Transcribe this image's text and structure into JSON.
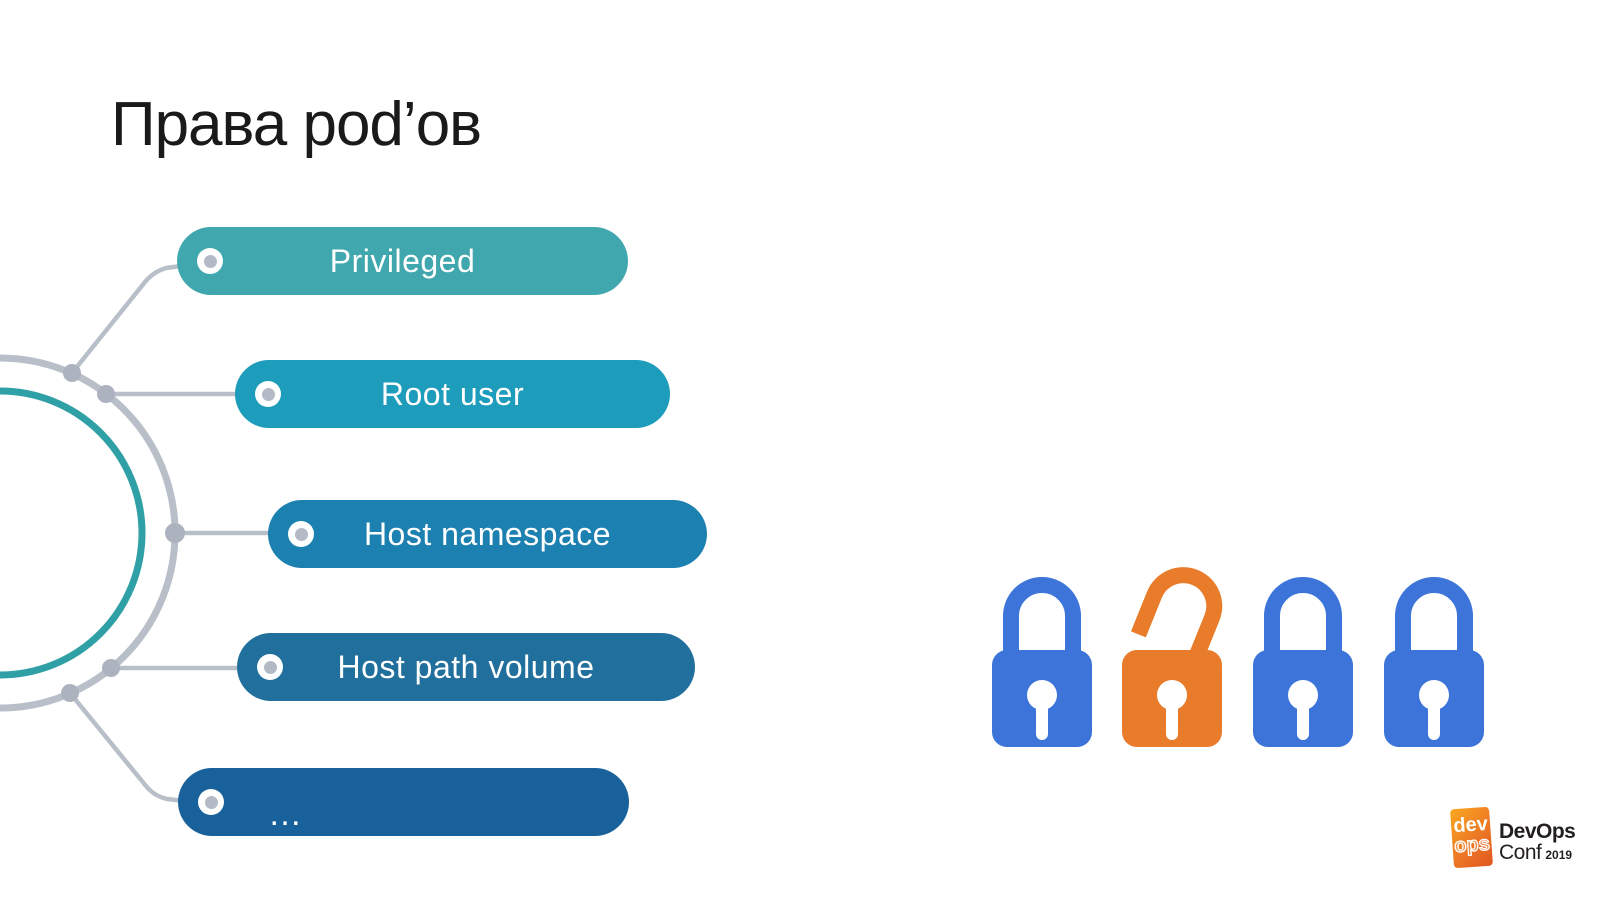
{
  "slide": {
    "title": "Права pod’ов",
    "title_color": "#1A1A1A",
    "background": "#FFFFFF"
  },
  "diagram": {
    "pills": [
      {
        "id": "privileged",
        "label": "Privileged",
        "color": "#41A7AE"
      },
      {
        "id": "root-user",
        "label": "Root user",
        "color": "#1E9CBB"
      },
      {
        "id": "host-namespace",
        "label": "Host namespace",
        "color": "#1C80B1"
      },
      {
        "id": "host-path-volume",
        "label": "Host path volume",
        "color": "#216F9D"
      },
      {
        "id": "more",
        "label": "…",
        "color": "#19619A"
      }
    ],
    "colors": {
      "ring_outer": "#B9BFC9",
      "ring_inner": "#2FA0A5",
      "connector": "#B9BFC9",
      "node": "#ACB3BF",
      "bullet_bg": "#FFFFFF",
      "bullet_dot": "#B3BAC6",
      "pill_text": "#FFFFFF"
    }
  },
  "locks": {
    "items": [
      {
        "state": "locked",
        "color": "#3C74DA"
      },
      {
        "state": "unlocked",
        "color": "#E87C2B"
      },
      {
        "state": "locked",
        "color": "#3C74DA"
      },
      {
        "state": "locked",
        "color": "#3C74DA"
      }
    ],
    "keyhole_color": "#FFFFFF"
  },
  "logo": {
    "badge_top": "dev",
    "badge_bottom": "ops",
    "brand": "DevOps",
    "event": "Conf",
    "year": "2019",
    "text_color": "#231F20"
  }
}
